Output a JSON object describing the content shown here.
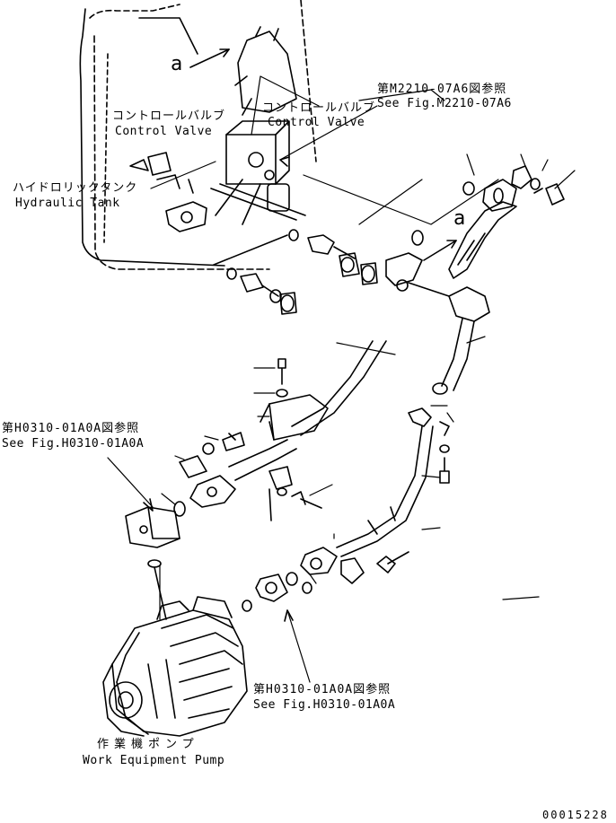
{
  "labels": {
    "control_valve_jp": "コントロールバルブ",
    "control_valve_en": "Control Valve",
    "control_valve2_jp": "コントロールバルブ",
    "control_valve2_en": "Control Valve",
    "fig_ref1_jp": "第M2210-07A6図参照",
    "fig_ref1_en": "See Fig.M2210-07A6",
    "hydraulic_tank_jp": "ハイドロリックタンク",
    "hydraulic_tank_en": "Hydraulic Tank",
    "fig_ref2_jp": "第H0310-01A0A図参照",
    "fig_ref2_en": "See Fig.H0310-01A0A",
    "fig_ref3_jp": "第H0310-01A0A図参照",
    "fig_ref3_en": "See Fig.H0310-01A0A",
    "pump_jp": "作業機ポンプ",
    "pump_en": "Work Equipment Pump",
    "marker_a": "a",
    "marker_a2": "a",
    "part_number": "00015228"
  }
}
